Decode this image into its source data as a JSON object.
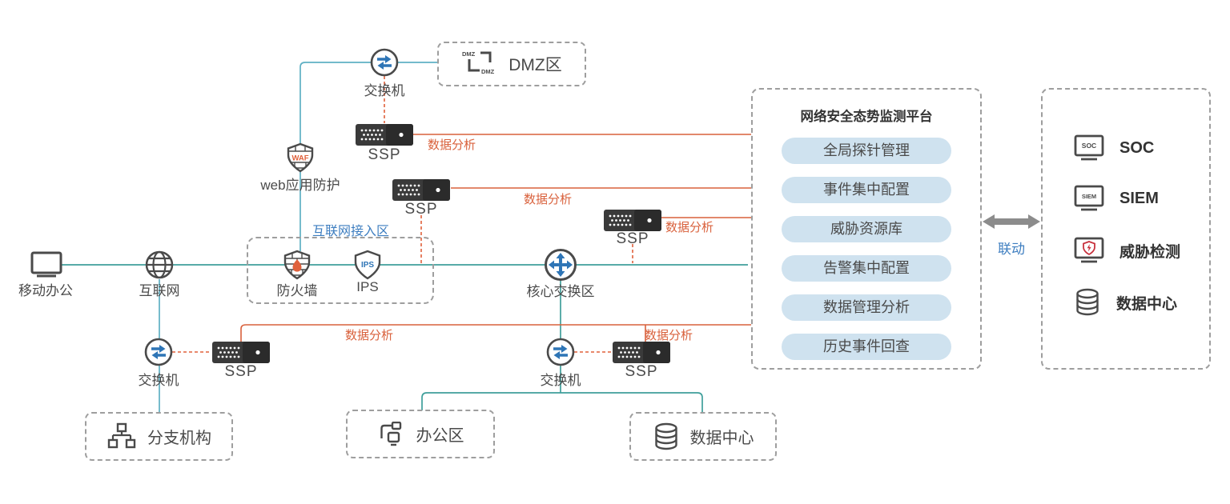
{
  "colors": {
    "backbone_line": "#3f9f9b",
    "branch_line": "#5fb0c4",
    "data_line": "#d9613c",
    "accent_blue": "#3e7ec0",
    "icon_blue": "#2e75b6",
    "pill_bg": "#cfe2ef",
    "device_dark": "#333333",
    "text_dark": "#4a4a4a"
  },
  "labels": {
    "mobile_office": "移动办公",
    "internet": "互联网",
    "access_zone": "互联网接入区",
    "firewall": "防火墙",
    "ips": "IPS",
    "ips_icon_text": "IPS",
    "waf": "web应用防护",
    "waf_icon_text": "WAF",
    "core_switch": "核心交换区",
    "switch": "交换机",
    "dmz_zone": "DMZ区",
    "dmz_small": "DMZ",
    "ssp": "SSP",
    "data_analysis": "数据分析",
    "branch_office": "分支机构",
    "office_area": "办公区",
    "data_center": "数据中心",
    "linkage": "联动"
  },
  "platform": {
    "title": "网络安全态势监测平台",
    "items": [
      "全局探针管理",
      "事件集中配置",
      "威胁资源库",
      "告警集中配置",
      "数据管理分析",
      "历史事件回查"
    ]
  },
  "external_systems": {
    "soc": {
      "label": "SOC",
      "icon_text": "SOC"
    },
    "siem": {
      "label": "SIEM",
      "icon_text": "SIEM"
    },
    "threat_detection": {
      "label": "威胁检测"
    },
    "data_center": {
      "label": "数据中心"
    }
  }
}
